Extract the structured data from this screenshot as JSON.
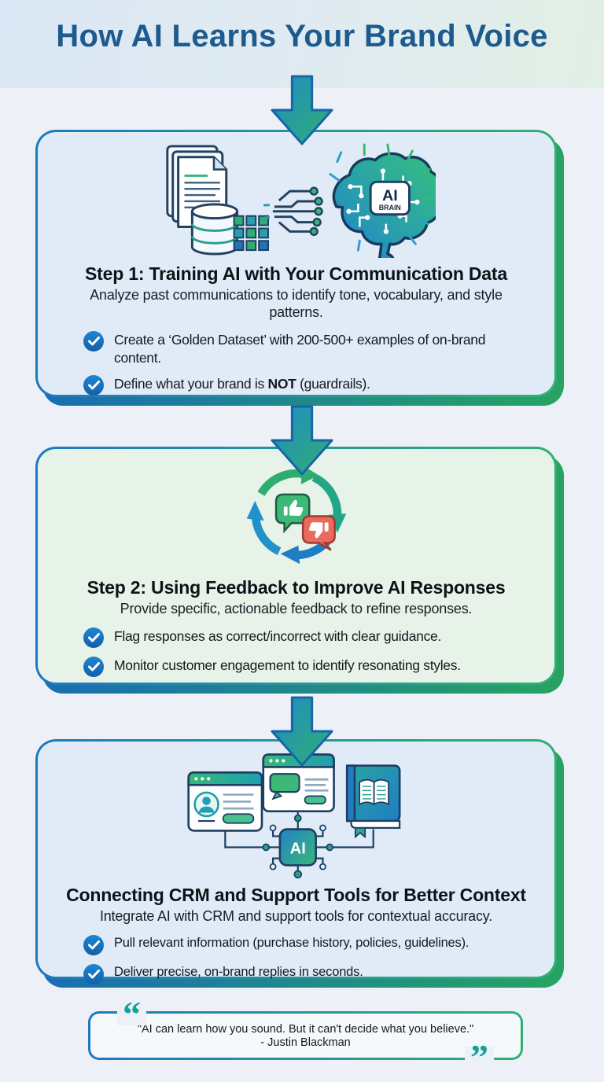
{
  "title": "How AI Learns Your Brand Voice",
  "colors": {
    "accent_blue": "#1e79c0",
    "accent_green": "#2fb172",
    "title_blue": "#1d5a8e",
    "check_blue": "#1878ca",
    "card1_bg": "#e0ebf7",
    "card2_bg": "#e7f3e8",
    "card3_bg": "#e0ebf7",
    "coral": "#ea6a5e",
    "quote_mark_teal": "#15a296"
  },
  "icons": {
    "flow": "down-arrow-icon",
    "bullet": "check-icon",
    "step1": "training-data-ai-brain-icon",
    "step2": "feedback-loop-icon",
    "step3": "crm-support-integration-icon"
  },
  "steps": [
    {
      "heading": "Step 1: Training AI with Your Communication Data",
      "subheading": "Analyze past communications to identify tone, vocabulary, and style patterns.",
      "icon_labels": {
        "line1": "AI",
        "line2": "BRAIN"
      },
      "bullets": [
        {
          "before": "Create a ‘Golden Dataset’ with 200-500+ examples of on-brand content.",
          "bold": "",
          "after": ""
        },
        {
          "before": "Define what your brand is ",
          "bold": "NOT",
          "after": " (guardrails)."
        }
      ]
    },
    {
      "heading": "Step 2: Using Feedback to Improve AI Responses",
      "subheading": "Provide specific, actionable feedback to refine responses.",
      "bullets": [
        {
          "before": "Flag responses as correct/incorrect with clear guidance.",
          "bold": "",
          "after": ""
        },
        {
          "before": "Monitor customer engagement to identify resonating styles.",
          "bold": "",
          "after": ""
        }
      ]
    },
    {
      "heading": "Connecting CRM and Support Tools for Better Context",
      "subheading": "Integrate AI with CRM and support tools for contextual accuracy.",
      "icon_labels": {
        "chip": "AI"
      },
      "bullets": [
        {
          "before": "Pull relevant information (purchase history, policies, guidelines).",
          "bold": "",
          "after": ""
        },
        {
          "before": "Deliver precise, on-brand replies in seconds.",
          "bold": "",
          "after": ""
        }
      ]
    }
  ],
  "quote": {
    "open_mark": "“",
    "close_mark": "”",
    "text": "\"AI can learn how you sound. But it can't decide what you believe.\"",
    "attribution": "- Justin Blackman"
  }
}
